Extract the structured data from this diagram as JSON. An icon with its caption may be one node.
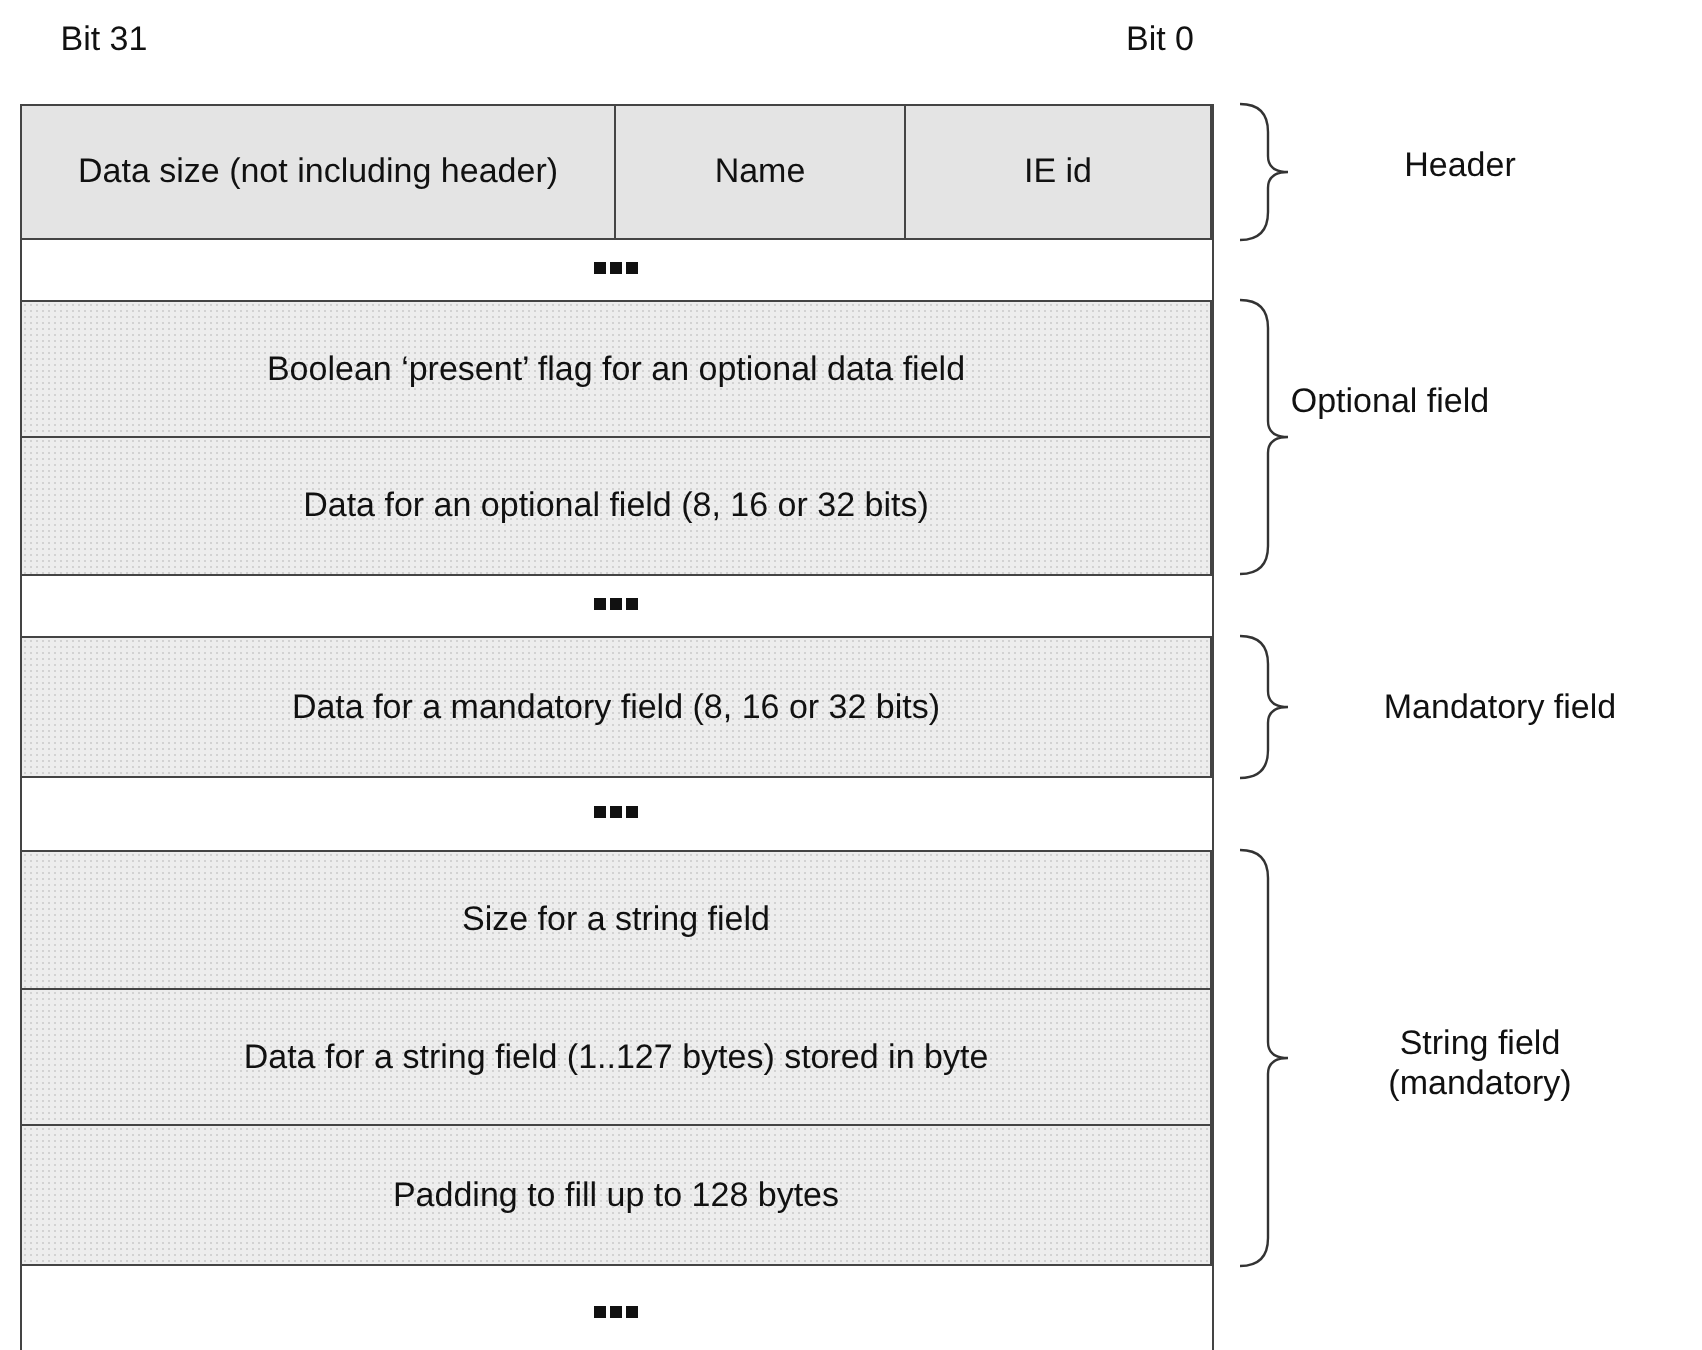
{
  "diagram": {
    "nodes": [
      {
        "text": [
          "Data size (not including header)"
        ]
      },
      {
        "text": [
          "Name"
        ]
      },
      {
        "text": [
          "IE id"
        ]
      },
      {
        "text": [
          "Boolean ‘present’ flag for an optional data field"
        ]
      },
      {
        "text": [
          "Data for an optional field (8, 16 or 32 bits)"
        ]
      },
      {
        "text": [
          "Data for a mandatory field (8, 16 or 32 bits)"
        ]
      },
      {
        "text": [
          "Size for a string field"
        ]
      },
      {
        "text": [
          "Data for a string field (1..127 bytes) stored in byte"
        ]
      },
      {
        "text": [
          "Padding to fill up to 128 bytes"
        ]
      }
    ],
    "labels": [
      "Bit 31",
      "Bit 0",
      "Header",
      "Optional field",
      "Mandatory field",
      "String field (mandatory)"
    ]
  }
}
